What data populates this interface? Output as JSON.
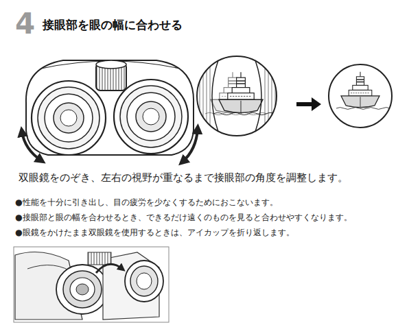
{
  "diagram": {
    "title": "接眼部を眼の幅に合わせる",
    "labels": [
      "4",
      "双眼鏡をのぞき、左右の視野が重なるまで接眼部の角度を調整します。",
      "●性能を十分に引き出し、目の疲労を少なくするためにおこないます。",
      "●接眼部と眼の幅を合わせるとき、できるだけ遠くのものを見ると合わせやすくなります。",
      "●眼鏡をかけたまま双眼鏡を使用するときは、アイカップを折り返します。"
    ]
  }
}
